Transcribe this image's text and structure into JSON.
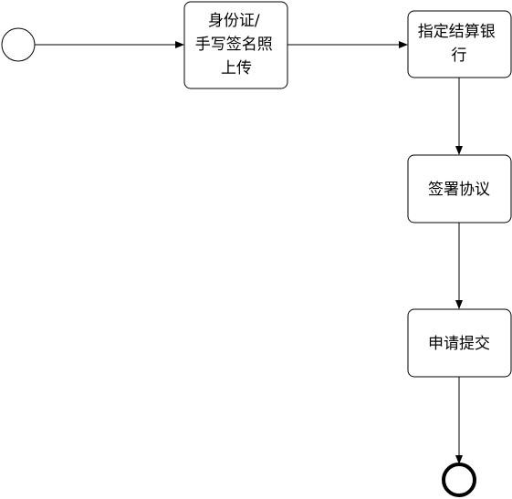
{
  "diagram": {
    "type": "process-flow",
    "start_event": {
      "label": ""
    },
    "end_event": {
      "label": ""
    },
    "tasks": [
      {
        "id": "upload",
        "lines": [
          "身份证/",
          "手写签名照",
          "上传"
        ]
      },
      {
        "id": "settlement",
        "lines": [
          "指定结算银",
          "行"
        ]
      },
      {
        "id": "agreement",
        "lines": [
          "签署协议"
        ]
      },
      {
        "id": "submit",
        "lines": [
          "申请提交"
        ]
      }
    ],
    "flows": [
      {
        "from": "start",
        "to": "upload"
      },
      {
        "from": "upload",
        "to": "settlement"
      },
      {
        "from": "settlement",
        "to": "agreement"
      },
      {
        "from": "agreement",
        "to": "submit"
      },
      {
        "from": "submit",
        "to": "end"
      }
    ],
    "colors": {
      "stroke": "#000000",
      "fill": "#ffffff",
      "text": "#000000"
    }
  }
}
